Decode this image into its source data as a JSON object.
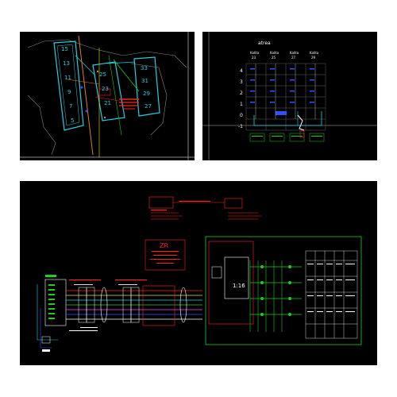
{
  "panel1": {
    "left_block_numbers": [
      "15",
      "13",
      "11",
      "9",
      "7",
      "5"
    ],
    "middle_block_numbers": [
      "25",
      "23",
      "21"
    ],
    "right_block_numbers": [
      "33",
      "31",
      "29",
      "27"
    ]
  },
  "panel2": {
    "title": "atrea",
    "columns": [
      {
        "label": "Kalita",
        "num": "23"
      },
      {
        "label": "Kalita",
        "num": "25"
      },
      {
        "label": "Kalita",
        "num": "27"
      },
      {
        "label": "Kalita",
        "num": "29"
      }
    ],
    "rows": [
      "4",
      "3",
      "2",
      "1",
      "0",
      "-1"
    ]
  },
  "panel3": {
    "zr_label": "ZR",
    "ratio_label": "1:16",
    "colors": {
      "red": "#ff2020",
      "green": "#22cc22",
      "cyan": "#22d0e0",
      "white": "#ffffff",
      "yellow": "#e8e020"
    }
  }
}
